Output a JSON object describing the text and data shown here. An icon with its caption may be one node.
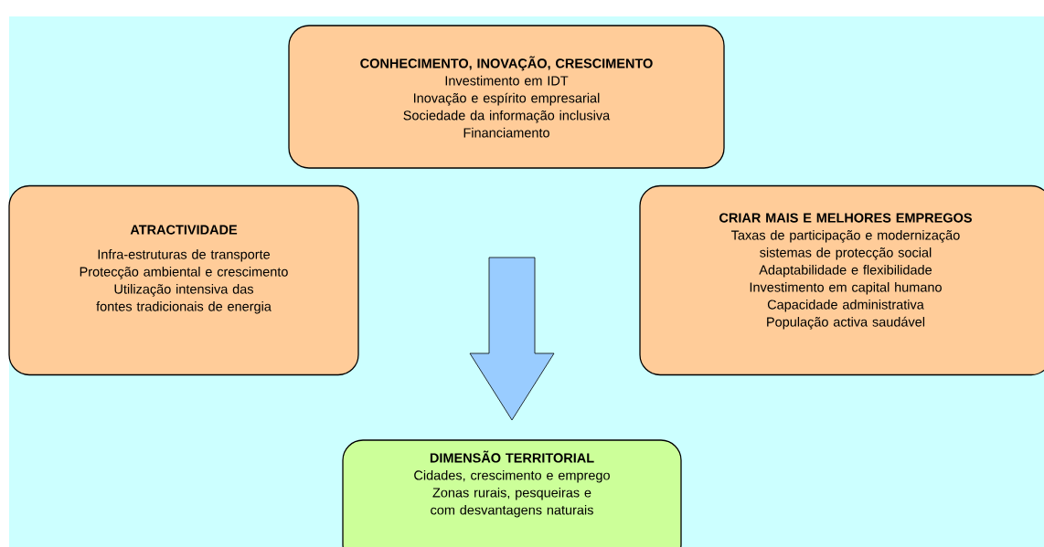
{
  "diagram": {
    "nodes": [
      {
        "text": [
          "CONHECIMENTO, INOVAÇÃO, CRESCIMENTO",
          "Investimento em IDT",
          "Inovação e espírito empresarial",
          "Sociedade da informação inclusiva",
          "Financiamento"
        ]
      },
      {
        "text": [
          "ATRACTIVIDADE",
          "Infra-estruturas de transporte",
          "Protecção ambiental e crescimento",
          "Utilização intensiva das fontes tradicionais de energia"
        ]
      },
      {
        "text": [
          "CRIAR MAIS E MELHORES EMPREGOS",
          "Taxas de participação e modernização sistemas de protecção social",
          "Adaptabilidade e flexibilidade",
          "Investimento em capital humano",
          "Capacidade administrativa",
          "População activa saudável"
        ]
      },
      {
        "text": [
          "DIMENSÃO TERRITORIAL",
          "Cidades, crescimento e emprego",
          "Zonas rurais, pesqueiras e com desvantagens naturais"
        ]
      }
    ],
    "edges": [
      {
        "from": null,
        "to": 3,
        "arrow": "to"
      }
    ]
  }
}
